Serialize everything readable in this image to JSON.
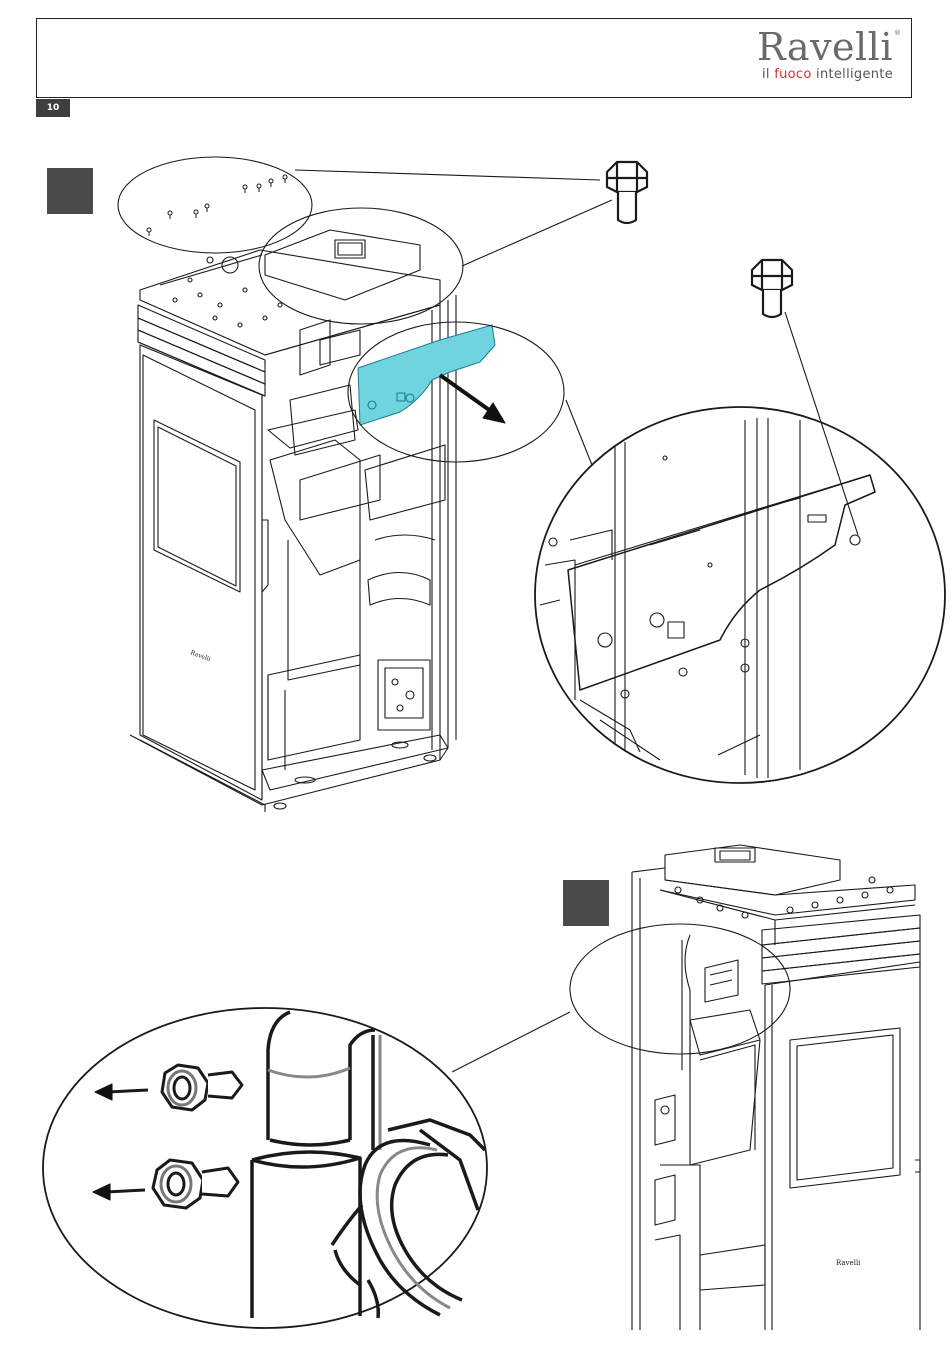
{
  "header": {
    "brand": "Ravelli",
    "reg_mark": "®",
    "tagline_pre": "il ",
    "tagline_accent": "fuoco",
    "tagline_post": " intelligente",
    "accent_color": "#d1332e"
  },
  "page_number": "10",
  "illustration_labels": {
    "stove_brand_top": "Ravelli",
    "stove_brand_bottom": "Ravelli"
  },
  "highlight_color": "#6fd3e0"
}
